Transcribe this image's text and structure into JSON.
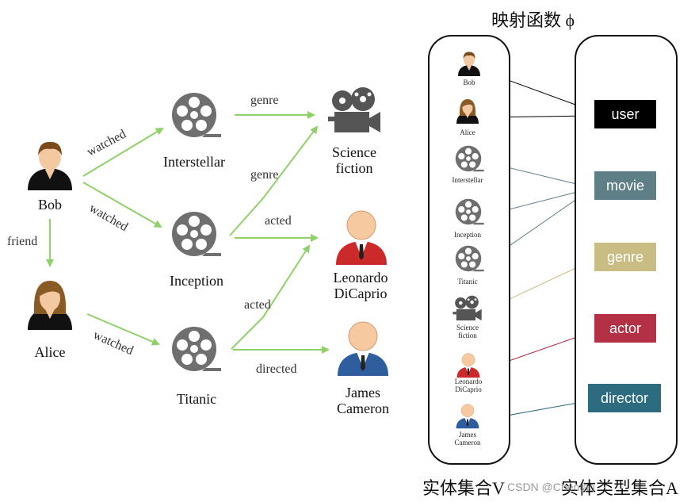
{
  "left_graph": {
    "nodes": {
      "bob": "Bob",
      "alice": "Alice",
      "interstellar": "Interstellar",
      "inception": "Inception",
      "titanic": "Titanic",
      "science_fiction": [
        "Science",
        "fiction"
      ],
      "leonardo": [
        "Leonardo",
        "DiCaprio"
      ],
      "james": [
        "James",
        "Cameron"
      ]
    },
    "edges": {
      "bob_interstellar": "watched",
      "bob_inception": "watched",
      "bob_alice": "friend",
      "alice_titanic": "watched",
      "interstellar_scifi": "genre",
      "inception_scifi": "genre",
      "inception_leonardo": "acted",
      "titanic_leonardo": "acted",
      "titanic_james": "directed"
    }
  },
  "mapping": {
    "title": "映射函数 ϕ",
    "entity_set_label": "实体集合V",
    "type_set_label": "实体类型集合A",
    "watermark": "CSDN @Chentao",
    "entities": [
      {
        "label": [
          "Bob"
        ]
      },
      {
        "label": [
          "Alice"
        ]
      },
      {
        "label": [
          "Interstellar"
        ]
      },
      {
        "label": [
          "Inception"
        ]
      },
      {
        "label": [
          "Titanic"
        ]
      },
      {
        "label": [
          "Science",
          "fiction"
        ]
      },
      {
        "label": [
          "Leonardo",
          "DiCaprio"
        ]
      },
      {
        "label": [
          "James",
          "Cameron"
        ]
      }
    ],
    "types": [
      {
        "label": "user",
        "bg": "#000000",
        "fg": "#ffffff"
      },
      {
        "label": "movie",
        "bg": "#5f7f87",
        "fg": "#ffffff"
      },
      {
        "label": "genre",
        "bg": "#c9bd84",
        "fg": "#ffffff"
      },
      {
        "label": "actor",
        "bg": "#b33045",
        "fg": "#ffffff"
      },
      {
        "label": "director",
        "bg": "#2d6c80",
        "fg": "#ffffff"
      }
    ]
  },
  "colors": {
    "edge_green": "#8fd06a",
    "user_arrow": "#000000",
    "movie_arrow": "#5f7f87",
    "genre_arrow": "#c9bd84",
    "actor_arrow": "#b33045",
    "director_arrow": "#2d6c80"
  }
}
